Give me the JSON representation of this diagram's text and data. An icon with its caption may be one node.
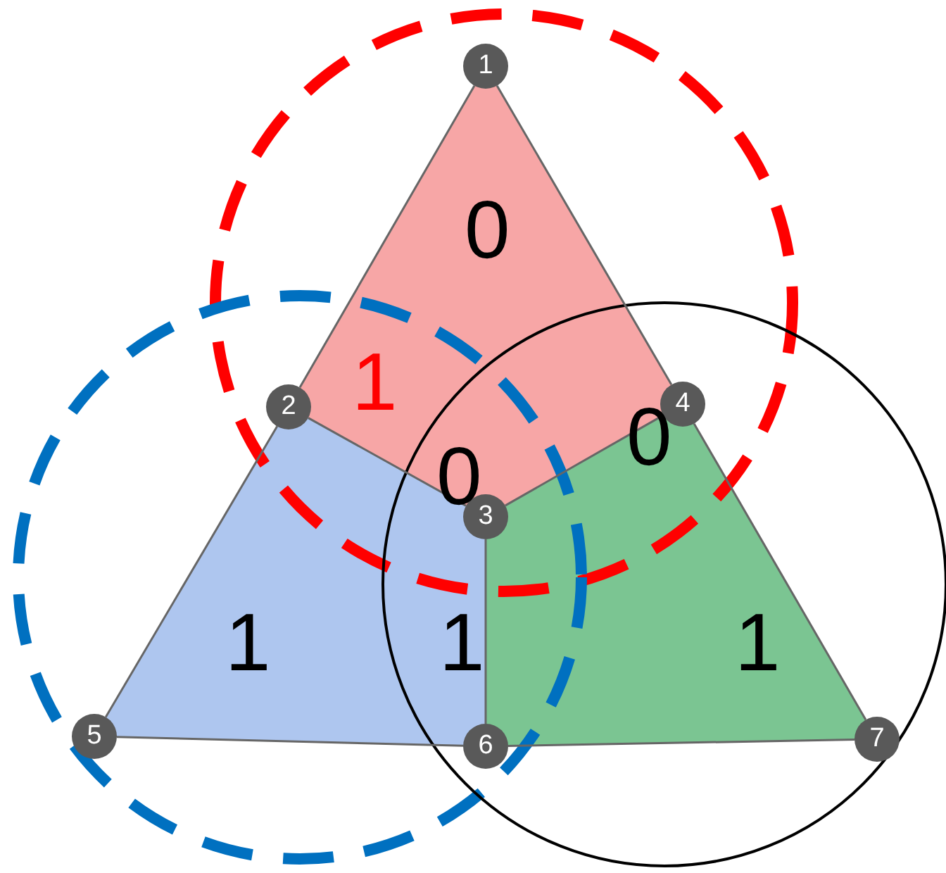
{
  "diagram": {
    "nodes": [
      {
        "text": [
          "1"
        ]
      },
      {
        "text": [
          "2"
        ]
      },
      {
        "text": [
          "3"
        ]
      },
      {
        "text": [
          "4"
        ]
      },
      {
        "text": [
          "5"
        ]
      },
      {
        "text": [
          "6"
        ]
      },
      {
        "text": [
          "7"
        ]
      }
    ],
    "edges": [
      {
        "from": 0,
        "to": 1,
        "arrow": "none"
      },
      {
        "from": 1,
        "to": 4,
        "arrow": "none"
      },
      {
        "from": 4,
        "to": 5,
        "arrow": "none"
      },
      {
        "from": 5,
        "to": 6,
        "arrow": "none"
      },
      {
        "from": 6,
        "to": 3,
        "arrow": "none"
      },
      {
        "from": 3,
        "to": 0,
        "arrow": "none"
      },
      {
        "from": 1,
        "to": 2,
        "arrow": "none"
      },
      {
        "from": 2,
        "to": 3,
        "arrow": "none"
      },
      {
        "from": 2,
        "to": 5,
        "arrow": "none"
      }
    ],
    "labels": [
      "0",
      "1",
      "0",
      "0",
      "1",
      "1",
      "1"
    ]
  }
}
